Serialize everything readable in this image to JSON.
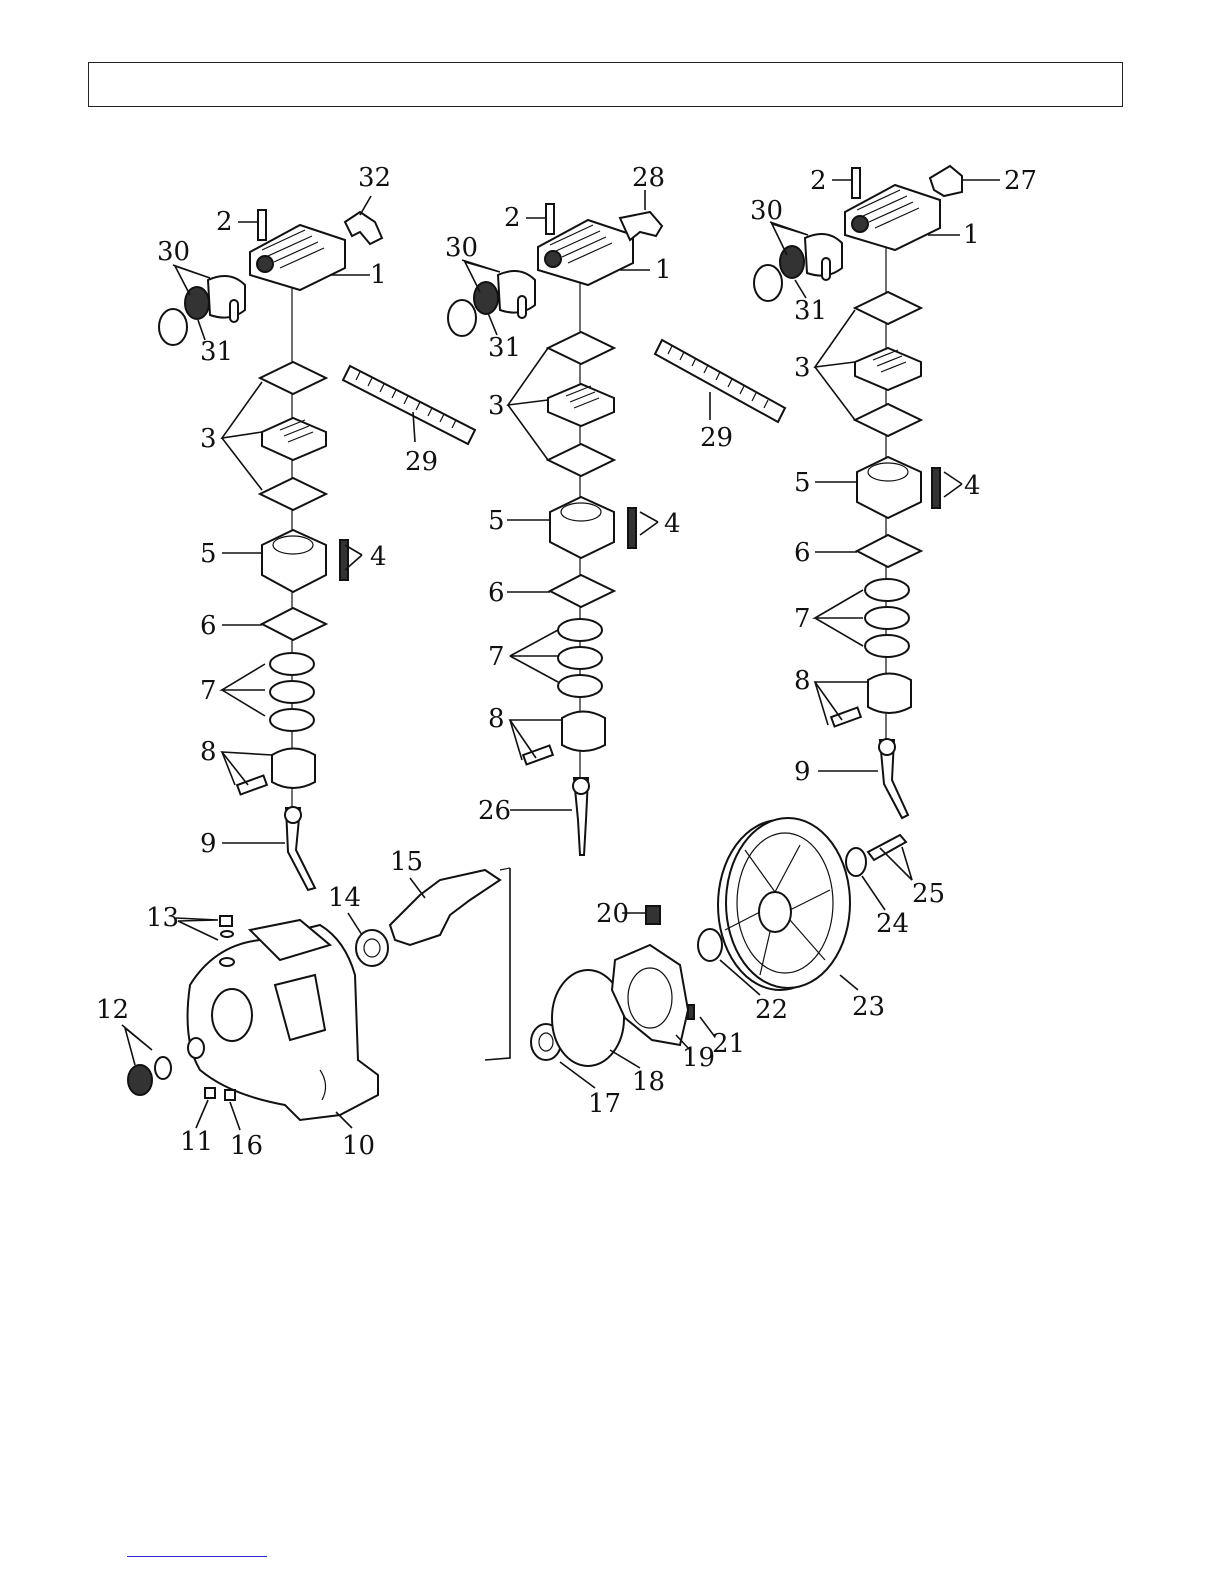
{
  "callouts": {
    "c1a": "1",
    "c1b": "1",
    "c1c": "1",
    "c2a": "2",
    "c2b": "2",
    "c2c": "2",
    "c3a": "3",
    "c3b": "3",
    "c3c": "3",
    "c4a": "4",
    "c4b": "4",
    "c4c": "4",
    "c5a": "5",
    "c5b": "5",
    "c5c": "5",
    "c6a": "6",
    "c6b": "6",
    "c6c": "6",
    "c7a": "7",
    "c7b": "7",
    "c7c": "7",
    "c8a": "8",
    "c8b": "8",
    "c8c": "8",
    "c9a": "9",
    "c9c": "9",
    "c10": "10",
    "c11": "11",
    "c12": "12",
    "c13": "13",
    "c14": "14",
    "c15": "15",
    "c16": "16",
    "c17": "17",
    "c18": "18",
    "c19": "19",
    "c20": "20",
    "c21": "21",
    "c22": "22",
    "c23": "23",
    "c24": "24",
    "c25": "25",
    "c26": "26",
    "c27": "27",
    "c28": "28",
    "c29a": "29",
    "c29b": "29",
    "c30a": "30",
    "c30b": "30",
    "c30c": "30",
    "c31a": "31",
    "c31b": "31",
    "c31c": "31",
    "c32": "32"
  },
  "colors": {
    "line": "#111111",
    "link": "#2a2ad0"
  }
}
